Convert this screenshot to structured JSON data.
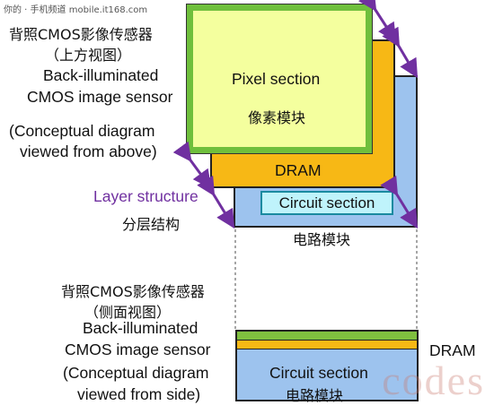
{
  "watermark_top": "你的 · 手机频道 mobile.it168.com",
  "watermark_bottom": "codes",
  "top_view": {
    "title_cn": "背照CMOS影像传感器",
    "subtitle_cn": "（上方视图）",
    "title_en_1": "Back-illuminated",
    "title_en_2": "CMOS image sensor",
    "desc_en_1": "(Conceptual diagram",
    "desc_en_2": "viewed from above)",
    "layer_structure_en": "Layer structure",
    "layer_structure_cn": "分层结构",
    "pixel_section_en": "Pixel section",
    "pixel_section_cn": "像素模块",
    "dram": "DRAM",
    "circuit_section_en": "Circuit section",
    "circuit_section_cn": "电路模块"
  },
  "side_view": {
    "title_cn": "背照CMOS影像传感器",
    "subtitle_cn": "（侧面视图）",
    "title_en_1": "Back-illuminated",
    "title_en_2": "CMOS image sensor",
    "desc_en_1": "(Conceptual diagram",
    "desc_en_2": "viewed from side)",
    "dram": "DRAM",
    "circuit_section_en": "Circuit section",
    "circuit_section_cn": "电路模块"
  },
  "colors": {
    "pixel_fill": "#f4ff9e",
    "pixel_border": "#6fbf3c",
    "dram_fill": "#f7b815",
    "circuit_fill": "#9dc3ee",
    "circuit_label_fill": "#bff3fb",
    "arrow_purple": "#7030a0"
  }
}
